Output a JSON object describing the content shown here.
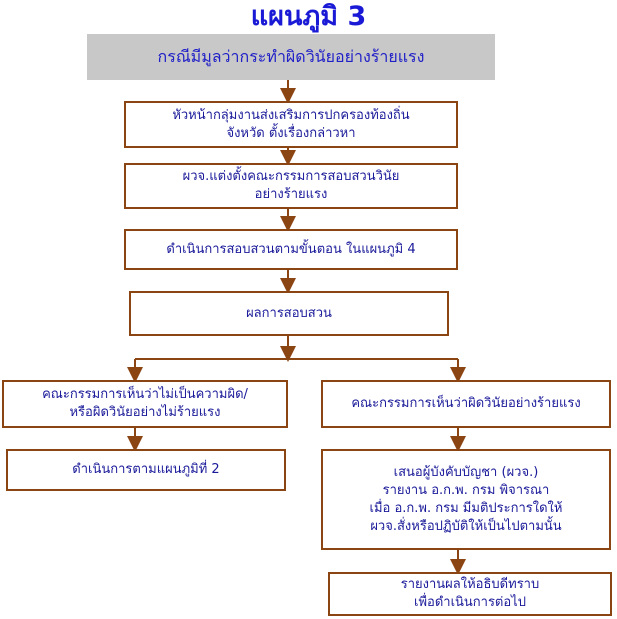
{
  "title": "แผนภูมิ 3",
  "header": "กรณีมีมูลว่ากระทำผิดวินัยอย่างร้ายแรง",
  "steps": {
    "s1": {
      "line1": "หัวหน้ากลุ่มงานส่งเสริมการปกครองท้องถิ่น",
      "line2": "จังหวัด ตั้งเรื่องกล่าวหา"
    },
    "s2": {
      "line1": "ผวจ.แต่งตั้งคณะกรรมการสอบสวนวินัย",
      "line2": "อย่างร้ายแรง"
    },
    "s3": {
      "line1": "ดำเนินการสอบสวนตามขั้นตอน ในแผนภูมิ 4"
    },
    "s4": {
      "line1": "ผลการสอบสวน"
    },
    "left1": {
      "line1": "คณะกรรมการเห็นว่าไม่เป็นความผิด/",
      "line2": "หรือผิดวินัยอย่างไม่ร้ายแรง"
    },
    "left2": {
      "line1": "ดำเนินการตามแผนภูมิที่ 2"
    },
    "right1": {
      "line1": "คณะกรรมการเห็นว่าผิดวินัยอย่างร้ายแรง"
    },
    "right2": {
      "line1": "เสนอผู้บังคับบัญชา (ผวจ.)",
      "line2": "รายงาน อ.ก.พ. กรม พิจารณา",
      "line3": "เมื่อ อ.ก.พ. กรม มีมติประการใดให้",
      "line4": "ผวจ.สั่งหรือปฏิบัติให้เป็นไปตามนั้น"
    },
    "right3": {
      "line1": "รายงานผลให้อธิบดีทราบ",
      "line2": "เพื่อดำเนินการต่อไป"
    }
  },
  "colors": {
    "title": "#1a1ad6",
    "text": "#1a1a9a",
    "border": "#8b4513",
    "header_bg": "#c8c8c8"
  }
}
